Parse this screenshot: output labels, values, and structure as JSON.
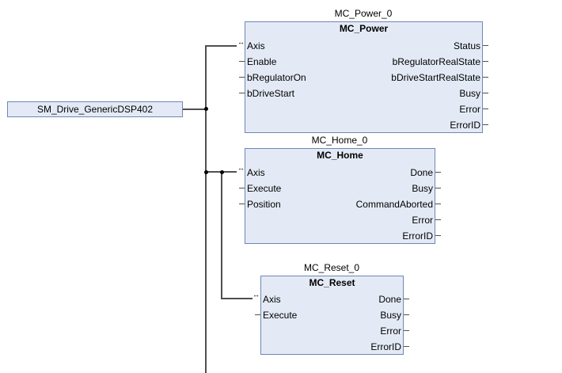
{
  "variable": {
    "name": "SM_Drive_GenericDSP402"
  },
  "ref_icon": "↔",
  "blocks": {
    "power": {
      "instance": "MC_Power_0",
      "type": "MC_Power",
      "inputs": [
        "Axis",
        "Enable",
        "bRegulatorOn",
        "bDriveStart"
      ],
      "outputs": [
        "Status",
        "bRegulatorRealState",
        "bDriveStartRealState",
        "Busy",
        "Error",
        "ErrorID"
      ]
    },
    "home": {
      "instance": "MC_Home_0",
      "type": "MC_Home",
      "inputs": [
        "Axis",
        "Execute",
        "Position"
      ],
      "outputs": [
        "Done",
        "Busy",
        "CommandAborted",
        "Error",
        "ErrorID"
      ]
    },
    "reset": {
      "instance": "MC_Reset_0",
      "type": "MC_Reset",
      "inputs": [
        "Axis",
        "Execute"
      ],
      "outputs": [
        "Done",
        "Busy",
        "Error",
        "ErrorID"
      ]
    }
  }
}
